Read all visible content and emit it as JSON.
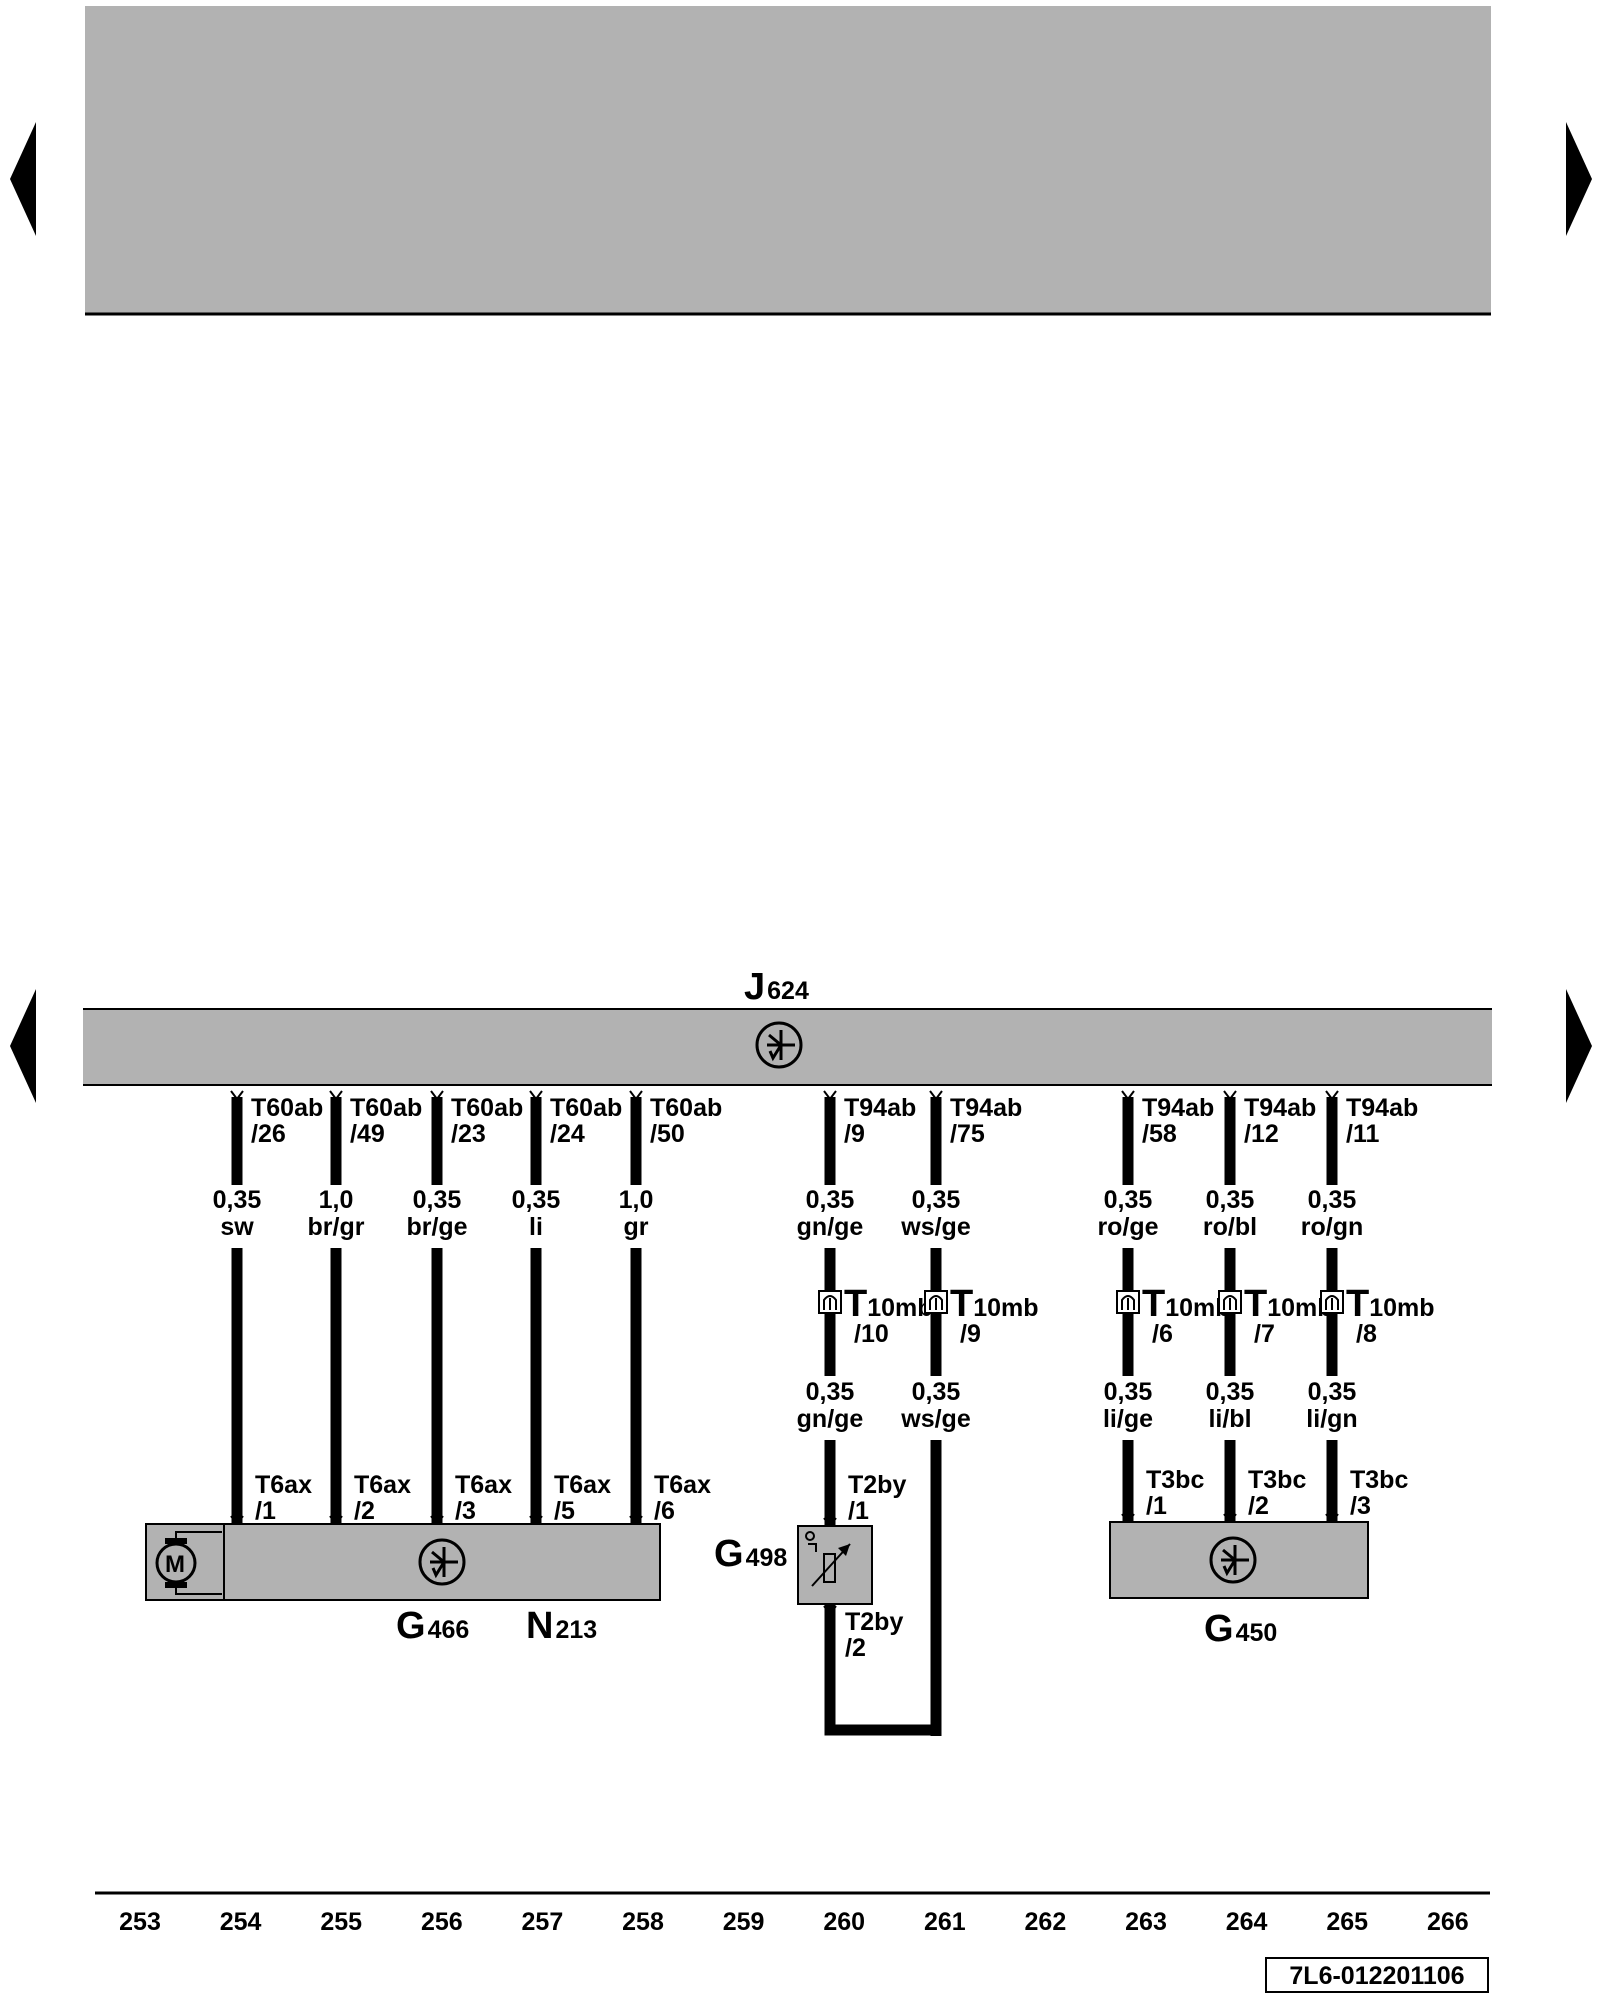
{
  "colors": {
    "panel": "#b2b2b2",
    "wire": "#000000",
    "background": "#ffffff"
  },
  "navigation": {
    "prev_icon": "triangle-left-icon",
    "next_icon": "triangle-right-icon"
  },
  "control_unit": {
    "code": "J",
    "sub": "624"
  },
  "wires": [
    {
      "id": "w254",
      "top": [
        "T60ab",
        "/26"
      ],
      "spec": [
        "0,35",
        "sw"
      ],
      "bottom": [
        "T6ax",
        "/1"
      ]
    },
    {
      "id": "w255",
      "top": [
        "T60ab",
        "/49"
      ],
      "spec": [
        "1,0",
        "br/gr"
      ],
      "bottom": [
        "T6ax",
        "/2"
      ]
    },
    {
      "id": "w256",
      "top": [
        "T60ab",
        "/23"
      ],
      "spec": [
        "0,35",
        "br/ge"
      ],
      "bottom": [
        "T6ax",
        "/3"
      ]
    },
    {
      "id": "w257",
      "top": [
        "T60ab",
        "/24"
      ],
      "spec": [
        "0,35",
        "li"
      ],
      "bottom": [
        "T6ax",
        "/5"
      ]
    },
    {
      "id": "w258",
      "top": [
        "T60ab",
        "/50"
      ],
      "spec": [
        "1,0",
        "gr"
      ],
      "bottom": [
        "T6ax",
        "/6"
      ]
    },
    {
      "id": "w260",
      "top": [
        "T94ab",
        "/9"
      ],
      "spec": [
        "0,35",
        "gn/ge"
      ],
      "conn": [
        "T",
        "10mb",
        "/10"
      ],
      "spec2": [
        "0,35",
        "gn/ge"
      ],
      "bottom": [
        "T2by",
        "/1"
      ]
    },
    {
      "id": "w261",
      "top": [
        "T94ab",
        "/75"
      ],
      "spec": [
        "0,35",
        "ws/ge"
      ],
      "conn": [
        "T",
        "10mb",
        "/9"
      ],
      "spec2": [
        "0,35",
        "ws/ge"
      ]
    },
    {
      "id": "w263",
      "top": [
        "T94ab",
        "/58"
      ],
      "spec": [
        "0,35",
        "ro/ge"
      ],
      "conn": [
        "T",
        "10mb",
        "/6"
      ],
      "spec2": [
        "0,35",
        "li/ge"
      ],
      "bottom": [
        "T3bc",
        "/1"
      ]
    },
    {
      "id": "w264",
      "top": [
        "T94ab",
        "/12"
      ],
      "spec": [
        "0,35",
        "ro/bl"
      ],
      "conn": [
        "T",
        "10mb",
        "/7"
      ],
      "spec2": [
        "0,35",
        "li/bl"
      ],
      "bottom": [
        "T3bc",
        "/2"
      ]
    },
    {
      "id": "w265",
      "top": [
        "T94ab",
        "/11"
      ],
      "spec": [
        "0,35",
        "ro/gn"
      ],
      "conn": [
        "T",
        "10mb",
        "/8"
      ],
      "spec2": [
        "0,35",
        "li/gn"
      ],
      "bottom": [
        "T3bc",
        "/3"
      ]
    }
  ],
  "components": {
    "g466": {
      "code": "G",
      "sub": "466"
    },
    "n213": {
      "code": "N",
      "sub": "213"
    },
    "g498": {
      "code": "G",
      "sub": "498",
      "bottom": [
        "T2by",
        "/2"
      ]
    },
    "g450": {
      "code": "G",
      "sub": "450"
    },
    "motor_symbol": "M"
  },
  "pages": [
    "253",
    "254",
    "255",
    "256",
    "257",
    "258",
    "259",
    "260",
    "261",
    "262",
    "263",
    "264",
    "265",
    "266"
  ],
  "doc_id": "7L6-012201106"
}
